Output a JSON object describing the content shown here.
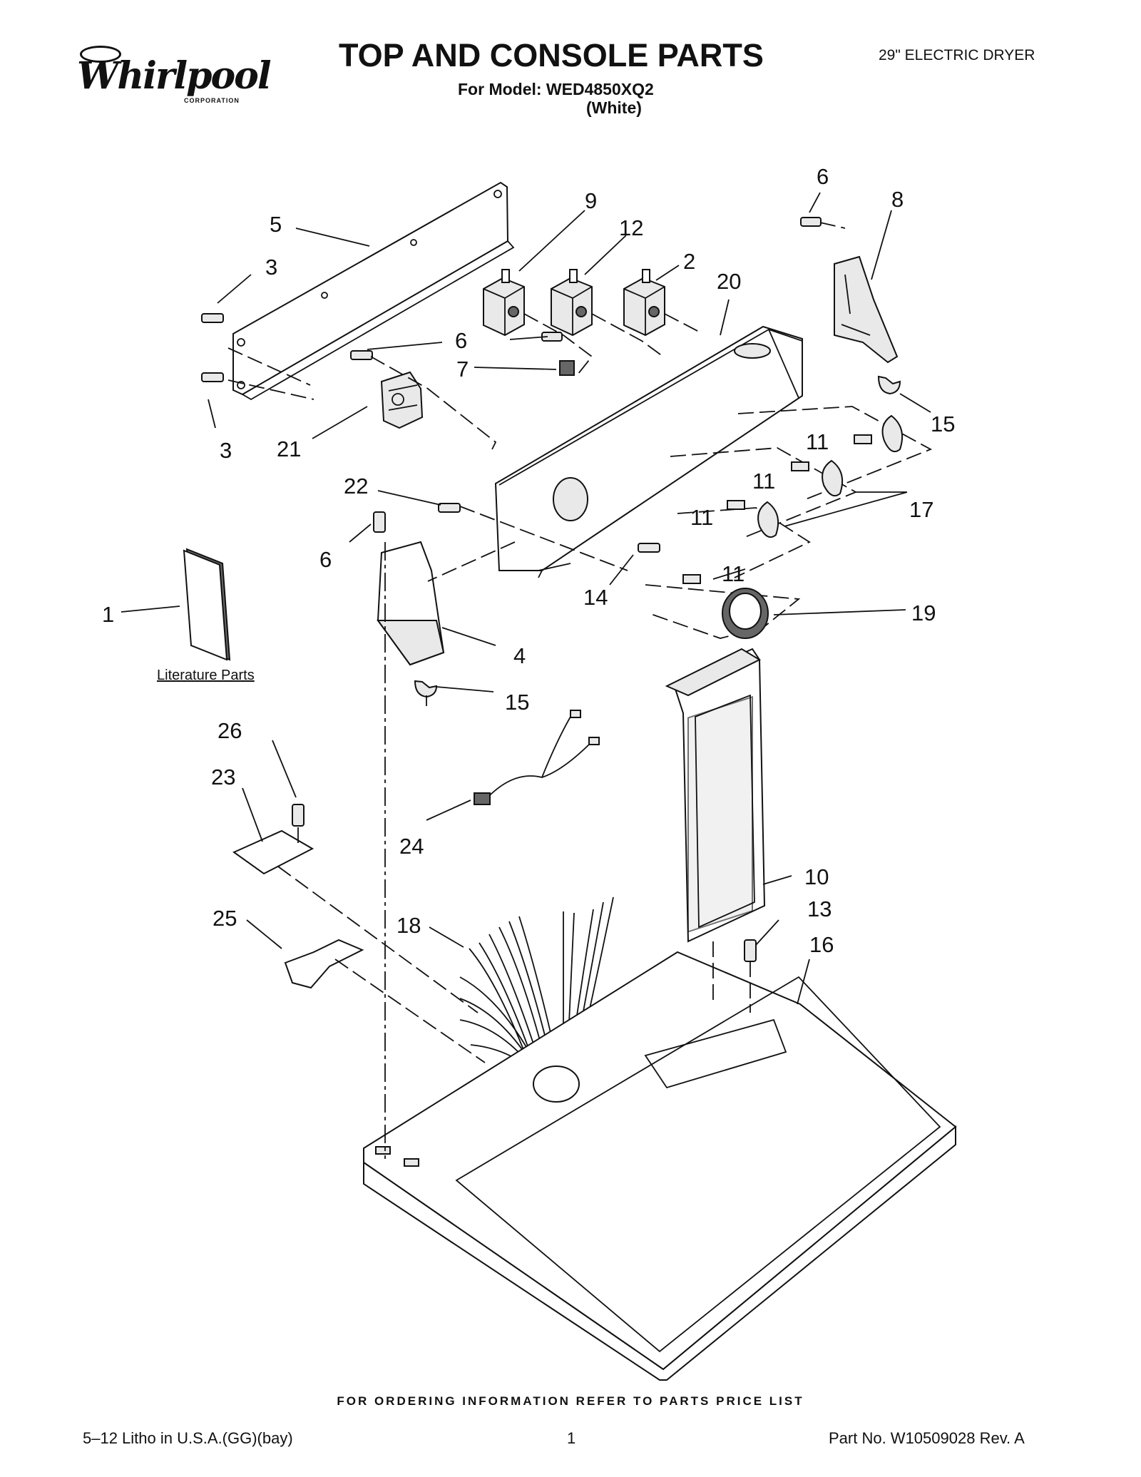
{
  "header": {
    "brand": "Whirlpool",
    "brand_sub": "CORPORATION",
    "title": "TOP AND CONSOLE PARTS",
    "model_line": "For Model: WED4850XQ2",
    "color_line": "(White)",
    "product": "29\" ELECTRIC DRYER"
  },
  "diagram": {
    "literature_caption": "Literature Parts",
    "callouts": {
      "c1": "1",
      "c2": "2",
      "c3a": "3",
      "c3b": "3",
      "c4": "4",
      "c5": "5",
      "c6a": "6",
      "c6b": "6",
      "c6c": "6",
      "c7": "7",
      "c8": "8",
      "c9": "9",
      "c10": "10",
      "c11a": "11",
      "c11b": "11",
      "c11c": "11",
      "c11d": "11",
      "c12": "12",
      "c13": "13",
      "c14": "14",
      "c15a": "15",
      "c15b": "15",
      "c16": "16",
      "c17": "17",
      "c18": "18",
      "c19": "19",
      "c20": "20",
      "c21": "21",
      "c22": "22",
      "c23": "23",
      "c24": "24",
      "c25": "25",
      "c26": "26"
    }
  },
  "footer": {
    "ordering": "FOR ORDERING INFORMATION REFER TO PARTS PRICE LIST",
    "litho": "5–12 Litho in U.S.A.(GG)(bay)",
    "page": "1",
    "part_no": "Part No. W10509028 Rev. A"
  }
}
